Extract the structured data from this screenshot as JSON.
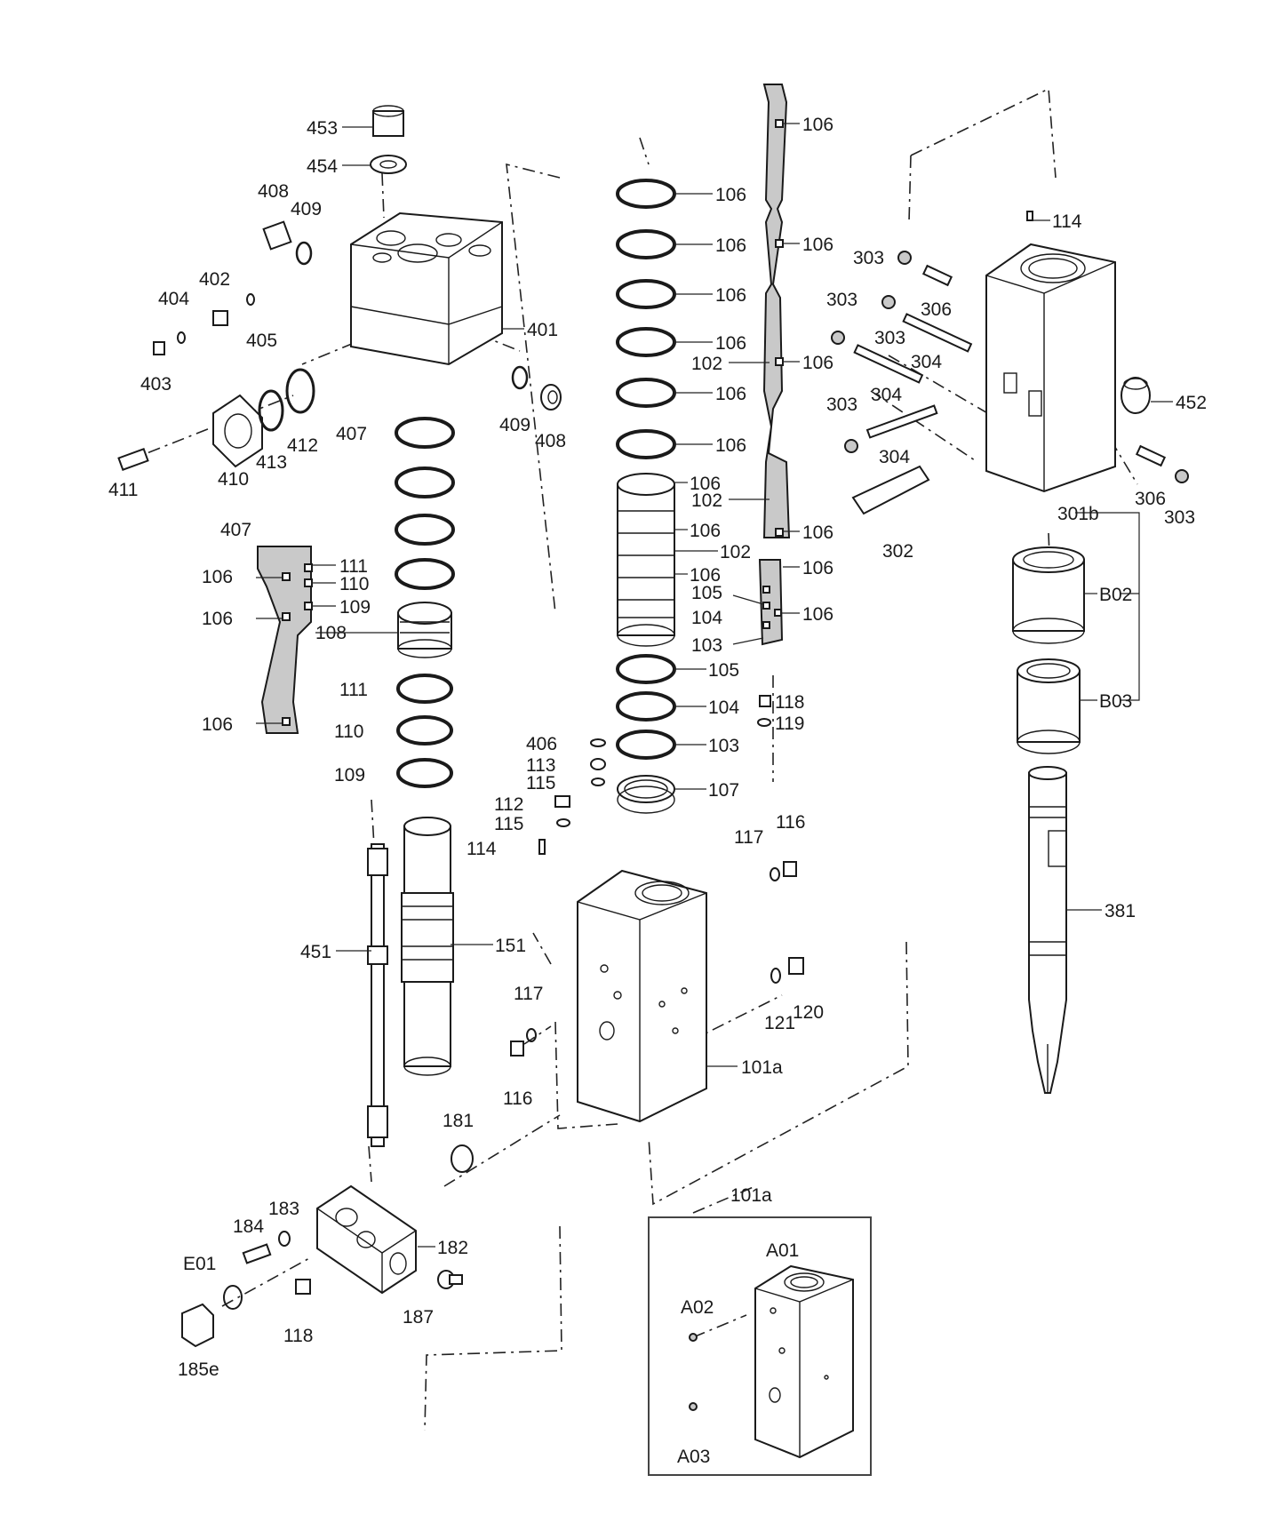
{
  "diagram": {
    "inset_title": "101a",
    "labels": {
      "l453": "453",
      "l454": "454",
      "l408a": "408",
      "l409a": "409",
      "l404": "404",
      "l402": "402",
      "l405": "405",
      "l403": "403",
      "l401": "401",
      "l409b": "409",
      "l408b": "408",
      "l411": "411",
      "l410": "410",
      "l413": "413",
      "l412": "412",
      "l407a": "407",
      "l106_r1": "106",
      "l106_r2": "106",
      "l106_r3": "106",
      "l407b": "407",
      "l106_va": "106",
      "l111a": "111",
      "l110a": "110",
      "l106_vb": "106",
      "l109a": "109",
      "l108": "108",
      "l106_vc": "106",
      "l111b": "111",
      "l110b": "110",
      "l109b": "109",
      "l451": "451",
      "l151": "151",
      "l106_c1": "106",
      "l106_c2": "106",
      "l106_c3": "106",
      "l106_c4": "106",
      "l106_c5": "106",
      "l106_c6": "106",
      "l102_c": "102",
      "l105b": "105",
      "l104b": "104",
      "l103b": "103",
      "l107": "107",
      "l106_s1": "106",
      "l106_s2": "106",
      "l102_s1": "102",
      "l106_s3": "106",
      "l102_s2": "102",
      "l106_s4": "106",
      "l106_s5": "106",
      "l105a": "105",
      "l104a": "104",
      "l103a": "103",
      "l106_s6": "106",
      "l406": "406",
      "l113": "113",
      "l115a": "115",
      "l112": "112",
      "l115b": "115",
      "l114a": "114",
      "l118a": "118",
      "l119": "119",
      "l117a": "117",
      "l116a": "116",
      "l117b": "117",
      "l116b": "116",
      "l121": "121",
      "l120": "120",
      "l101a": "101a",
      "l181": "181",
      "l183": "183",
      "l184": "184",
      "lE01": "E01",
      "l182": "182",
      "l118b": "118",
      "l187": "187",
      "l185e": "185e",
      "l114b": "114",
      "l303a": "303",
      "l306a": "306",
      "l303b": "303",
      "l303c": "303",
      "l304a": "304",
      "l304b": "304",
      "l303d": "303",
      "l304c": "304",
      "l452": "452",
      "l302": "302",
      "l301b": "301b",
      "l306b": "306",
      "l303e": "303",
      "lB02": "B02",
      "lB03": "B03",
      "l381": "381",
      "lA01": "A01",
      "lA02": "A02",
      "lA03": "A03"
    }
  }
}
